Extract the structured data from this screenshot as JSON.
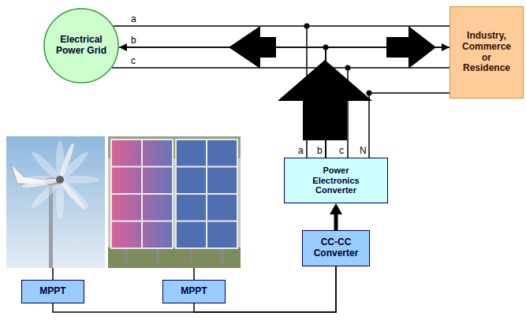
{
  "diagram": {
    "nodes": [
      {
        "text": [
          "Electrical Power Grid"
        ]
      },
      {
        "text": [
          "Industry, Commerce or Residence"
        ]
      },
      {
        "text": [
          "Power Electronics Converter"
        ]
      },
      {
        "text": [
          "CC-CC Converter"
        ]
      },
      {
        "text": [
          "MPPT"
        ]
      },
      {
        "text": [
          "MPPT"
        ]
      }
    ],
    "edges": [
      {
        "from": 2,
        "to": 0,
        "arrow": "to"
      },
      {
        "from": 2,
        "to": 1,
        "arrow": "to"
      },
      {
        "from": 3,
        "to": 2,
        "arrow": "to"
      },
      {
        "from": 4,
        "to": 3,
        "arrow": "none"
      },
      {
        "from": 5,
        "to": 3,
        "arrow": "none"
      }
    ],
    "labels": [
      "a",
      "b",
      "c",
      "a",
      "b",
      "c",
      "N"
    ]
  }
}
